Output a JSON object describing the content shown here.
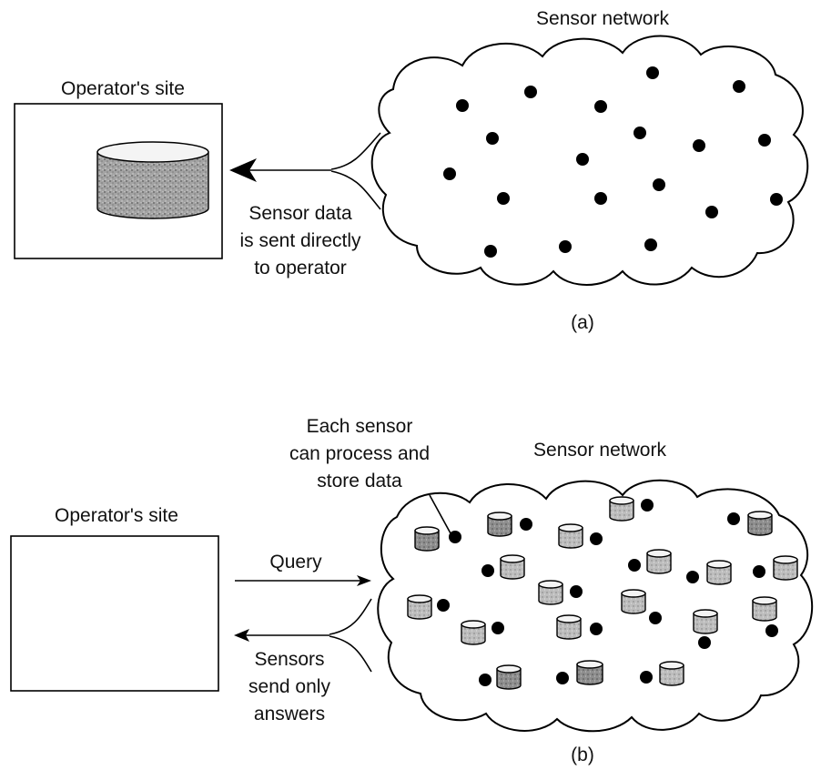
{
  "panel_a": {
    "cloud_title": "Sensor network",
    "site_title": "Operator's site",
    "arrow_caption": [
      "Sensor data",
      "is sent directly",
      "to operator"
    ],
    "panel_label": "(a)"
  },
  "panel_b": {
    "annotation": [
      "Each sensor",
      "can process and",
      "store data"
    ],
    "cloud_title": "Sensor network",
    "site_title": "Operator's site",
    "query_label": "Query",
    "answers_caption": [
      "Sensors",
      "send only",
      "answers"
    ],
    "panel_label": "(b)"
  },
  "colors": {
    "ink": "#000000",
    "database_fill": "#9a9a9a",
    "sensor_store_fill": "#b4b4b4"
  },
  "icons": {
    "database": "database-cylinder-icon",
    "sensor_node": "sensor-dot-icon",
    "sensor_store": "sensor-storage-cylinder-icon"
  }
}
